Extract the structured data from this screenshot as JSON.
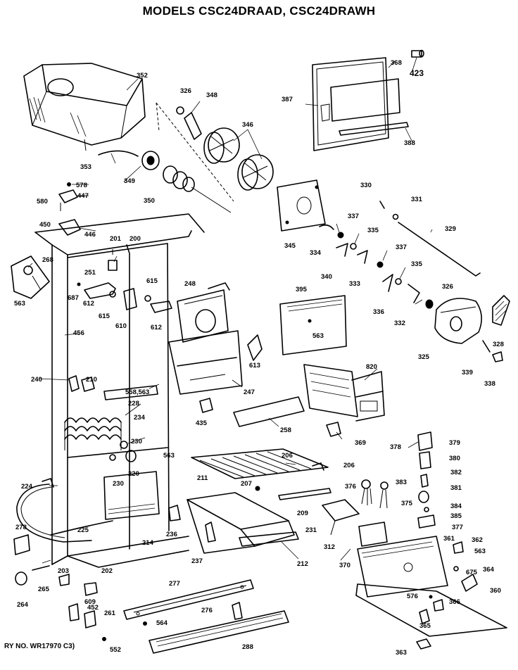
{
  "title": "MODELS CSC24DRAAD, CSC24DRAWH",
  "footer": "RY NO. WR17970 C3)",
  "callouts": [
    {
      "id": "352",
      "text": "352"
    },
    {
      "id": "326a",
      "text": "326"
    },
    {
      "id": "348",
      "text": "348"
    },
    {
      "id": "346",
      "text": "346"
    },
    {
      "id": "353",
      "text": "353"
    },
    {
      "id": "349",
      "text": "349"
    },
    {
      "id": "350",
      "text": "350"
    },
    {
      "id": "578",
      "text": "578"
    },
    {
      "id": "447",
      "text": "447"
    },
    {
      "id": "580",
      "text": "580"
    },
    {
      "id": "450",
      "text": "450"
    },
    {
      "id": "446",
      "text": "446"
    },
    {
      "id": "368",
      "text": "368"
    },
    {
      "id": "423",
      "text": "423"
    },
    {
      "id": "387",
      "text": "387"
    },
    {
      "id": "388",
      "text": "388"
    },
    {
      "id": "330",
      "text": "330"
    },
    {
      "id": "331",
      "text": "331"
    },
    {
      "id": "329",
      "text": "329"
    },
    {
      "id": "345",
      "text": "345"
    },
    {
      "id": "337a",
      "text": "337"
    },
    {
      "id": "335a",
      "text": "335"
    },
    {
      "id": "334",
      "text": "334"
    },
    {
      "id": "340",
      "text": "340"
    },
    {
      "id": "333",
      "text": "333"
    },
    {
      "id": "337b",
      "text": "337"
    },
    {
      "id": "335b",
      "text": "335"
    },
    {
      "id": "336",
      "text": "336"
    },
    {
      "id": "332",
      "text": "332"
    },
    {
      "id": "326b",
      "text": "326"
    },
    {
      "id": "325",
      "text": "325"
    },
    {
      "id": "328",
      "text": "328"
    },
    {
      "id": "339",
      "text": "339"
    },
    {
      "id": "338",
      "text": "338"
    },
    {
      "id": "201",
      "text": "201"
    },
    {
      "id": "200",
      "text": "200"
    },
    {
      "id": "268",
      "text": "268"
    },
    {
      "id": "251",
      "text": "251"
    },
    {
      "id": "687",
      "text": "687"
    },
    {
      "id": "612a",
      "text": "612"
    },
    {
      "id": "615a",
      "text": "615"
    },
    {
      "id": "615b",
      "text": "615"
    },
    {
      "id": "610",
      "text": "610"
    },
    {
      "id": "612b",
      "text": "612"
    },
    {
      "id": "248",
      "text": "248"
    },
    {
      "id": "395",
      "text": "395"
    },
    {
      "id": "563a",
      "text": "563"
    },
    {
      "id": "563b",
      "text": "563"
    },
    {
      "id": "456",
      "text": "456"
    },
    {
      "id": "613",
      "text": "613"
    },
    {
      "id": "820",
      "text": "820"
    },
    {
      "id": "240",
      "text": "240"
    },
    {
      "id": "210",
      "text": "210"
    },
    {
      "id": "558",
      "text": "558,563"
    },
    {
      "id": "247",
      "text": "247"
    },
    {
      "id": "228",
      "text": "228"
    },
    {
      "id": "234",
      "text": "234"
    },
    {
      "id": "435",
      "text": "435"
    },
    {
      "id": "258",
      "text": "258"
    },
    {
      "id": "369",
      "text": "369"
    },
    {
      "id": "230a",
      "text": "230"
    },
    {
      "id": "563c",
      "text": "563"
    },
    {
      "id": "378",
      "text": "378"
    },
    {
      "id": "379",
      "text": "379"
    },
    {
      "id": "206a",
      "text": "206"
    },
    {
      "id": "206b",
      "text": "206"
    },
    {
      "id": "380",
      "text": "380"
    },
    {
      "id": "220",
      "text": "220"
    },
    {
      "id": "230b",
      "text": "230"
    },
    {
      "id": "382",
      "text": "382"
    },
    {
      "id": "224",
      "text": "224"
    },
    {
      "id": "211",
      "text": "211"
    },
    {
      "id": "207",
      "text": "207"
    },
    {
      "id": "376",
      "text": "376"
    },
    {
      "id": "383",
      "text": "383"
    },
    {
      "id": "381",
      "text": "381"
    },
    {
      "id": "375",
      "text": "375"
    },
    {
      "id": "209",
      "text": "209"
    },
    {
      "id": "384",
      "text": "384"
    },
    {
      "id": "385a",
      "text": "385"
    },
    {
      "id": "377",
      "text": "377"
    },
    {
      "id": "278",
      "text": "278"
    },
    {
      "id": "225",
      "text": "225"
    },
    {
      "id": "214",
      "text": "214"
    },
    {
      "id": "236",
      "text": "236"
    },
    {
      "id": "231",
      "text": "231"
    },
    {
      "id": "312",
      "text": "312"
    },
    {
      "id": "361",
      "text": "361"
    },
    {
      "id": "362",
      "text": "362"
    },
    {
      "id": "563d",
      "text": "563"
    },
    {
      "id": "237",
      "text": "237"
    },
    {
      "id": "212",
      "text": "212"
    },
    {
      "id": "370",
      "text": "370"
    },
    {
      "id": "203",
      "text": "203"
    },
    {
      "id": "202",
      "text": "202"
    },
    {
      "id": "675",
      "text": "675"
    },
    {
      "id": "364",
      "text": "364"
    },
    {
      "id": "265",
      "text": "265"
    },
    {
      "id": "277",
      "text": "277"
    },
    {
      "id": "360",
      "text": "360"
    },
    {
      "id": "264",
      "text": "264"
    },
    {
      "id": "609",
      "text": "609"
    },
    {
      "id": "576",
      "text": "576"
    },
    {
      "id": "366",
      "text": "366"
    },
    {
      "id": "452",
      "text": "452"
    },
    {
      "id": "276",
      "text": "276"
    },
    {
      "id": "261",
      "text": "261"
    },
    {
      "id": "385b",
      "text": "365"
    },
    {
      "id": "564",
      "text": "564"
    },
    {
      "id": "552",
      "text": "552"
    },
    {
      "id": "288",
      "text": "288"
    },
    {
      "id": "363",
      "text": "363"
    }
  ]
}
